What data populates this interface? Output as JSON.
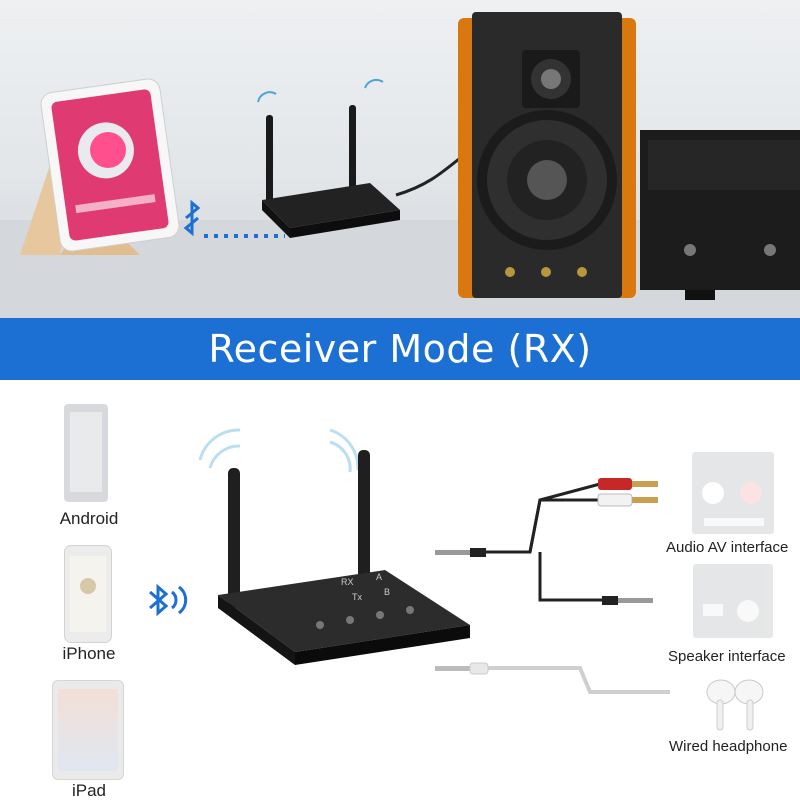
{
  "banner": {
    "title": "Receiver Mode (RX)"
  },
  "source_devices": [
    {
      "label": "Android",
      "icon": "android-phone-icon"
    },
    {
      "label": "iPhone",
      "icon": "iphone-icon"
    },
    {
      "label": "iPad",
      "icon": "ipad-icon"
    }
  ],
  "outputs": [
    {
      "label": "Audio AV interface",
      "icon": "rca-av-interface-icon"
    },
    {
      "label": "Speaker interface",
      "icon": "speaker-aux-interface-icon"
    },
    {
      "label": "Wired headphone",
      "icon": "wired-headphone-icon"
    }
  ],
  "receiver": {
    "mode_labels": [
      "RX",
      "Tx",
      "A",
      "B"
    ]
  },
  "colors": {
    "banner": "#1c6fd3",
    "bluetooth": "#1c6fd3",
    "speaker_wood": "#d9780e"
  }
}
